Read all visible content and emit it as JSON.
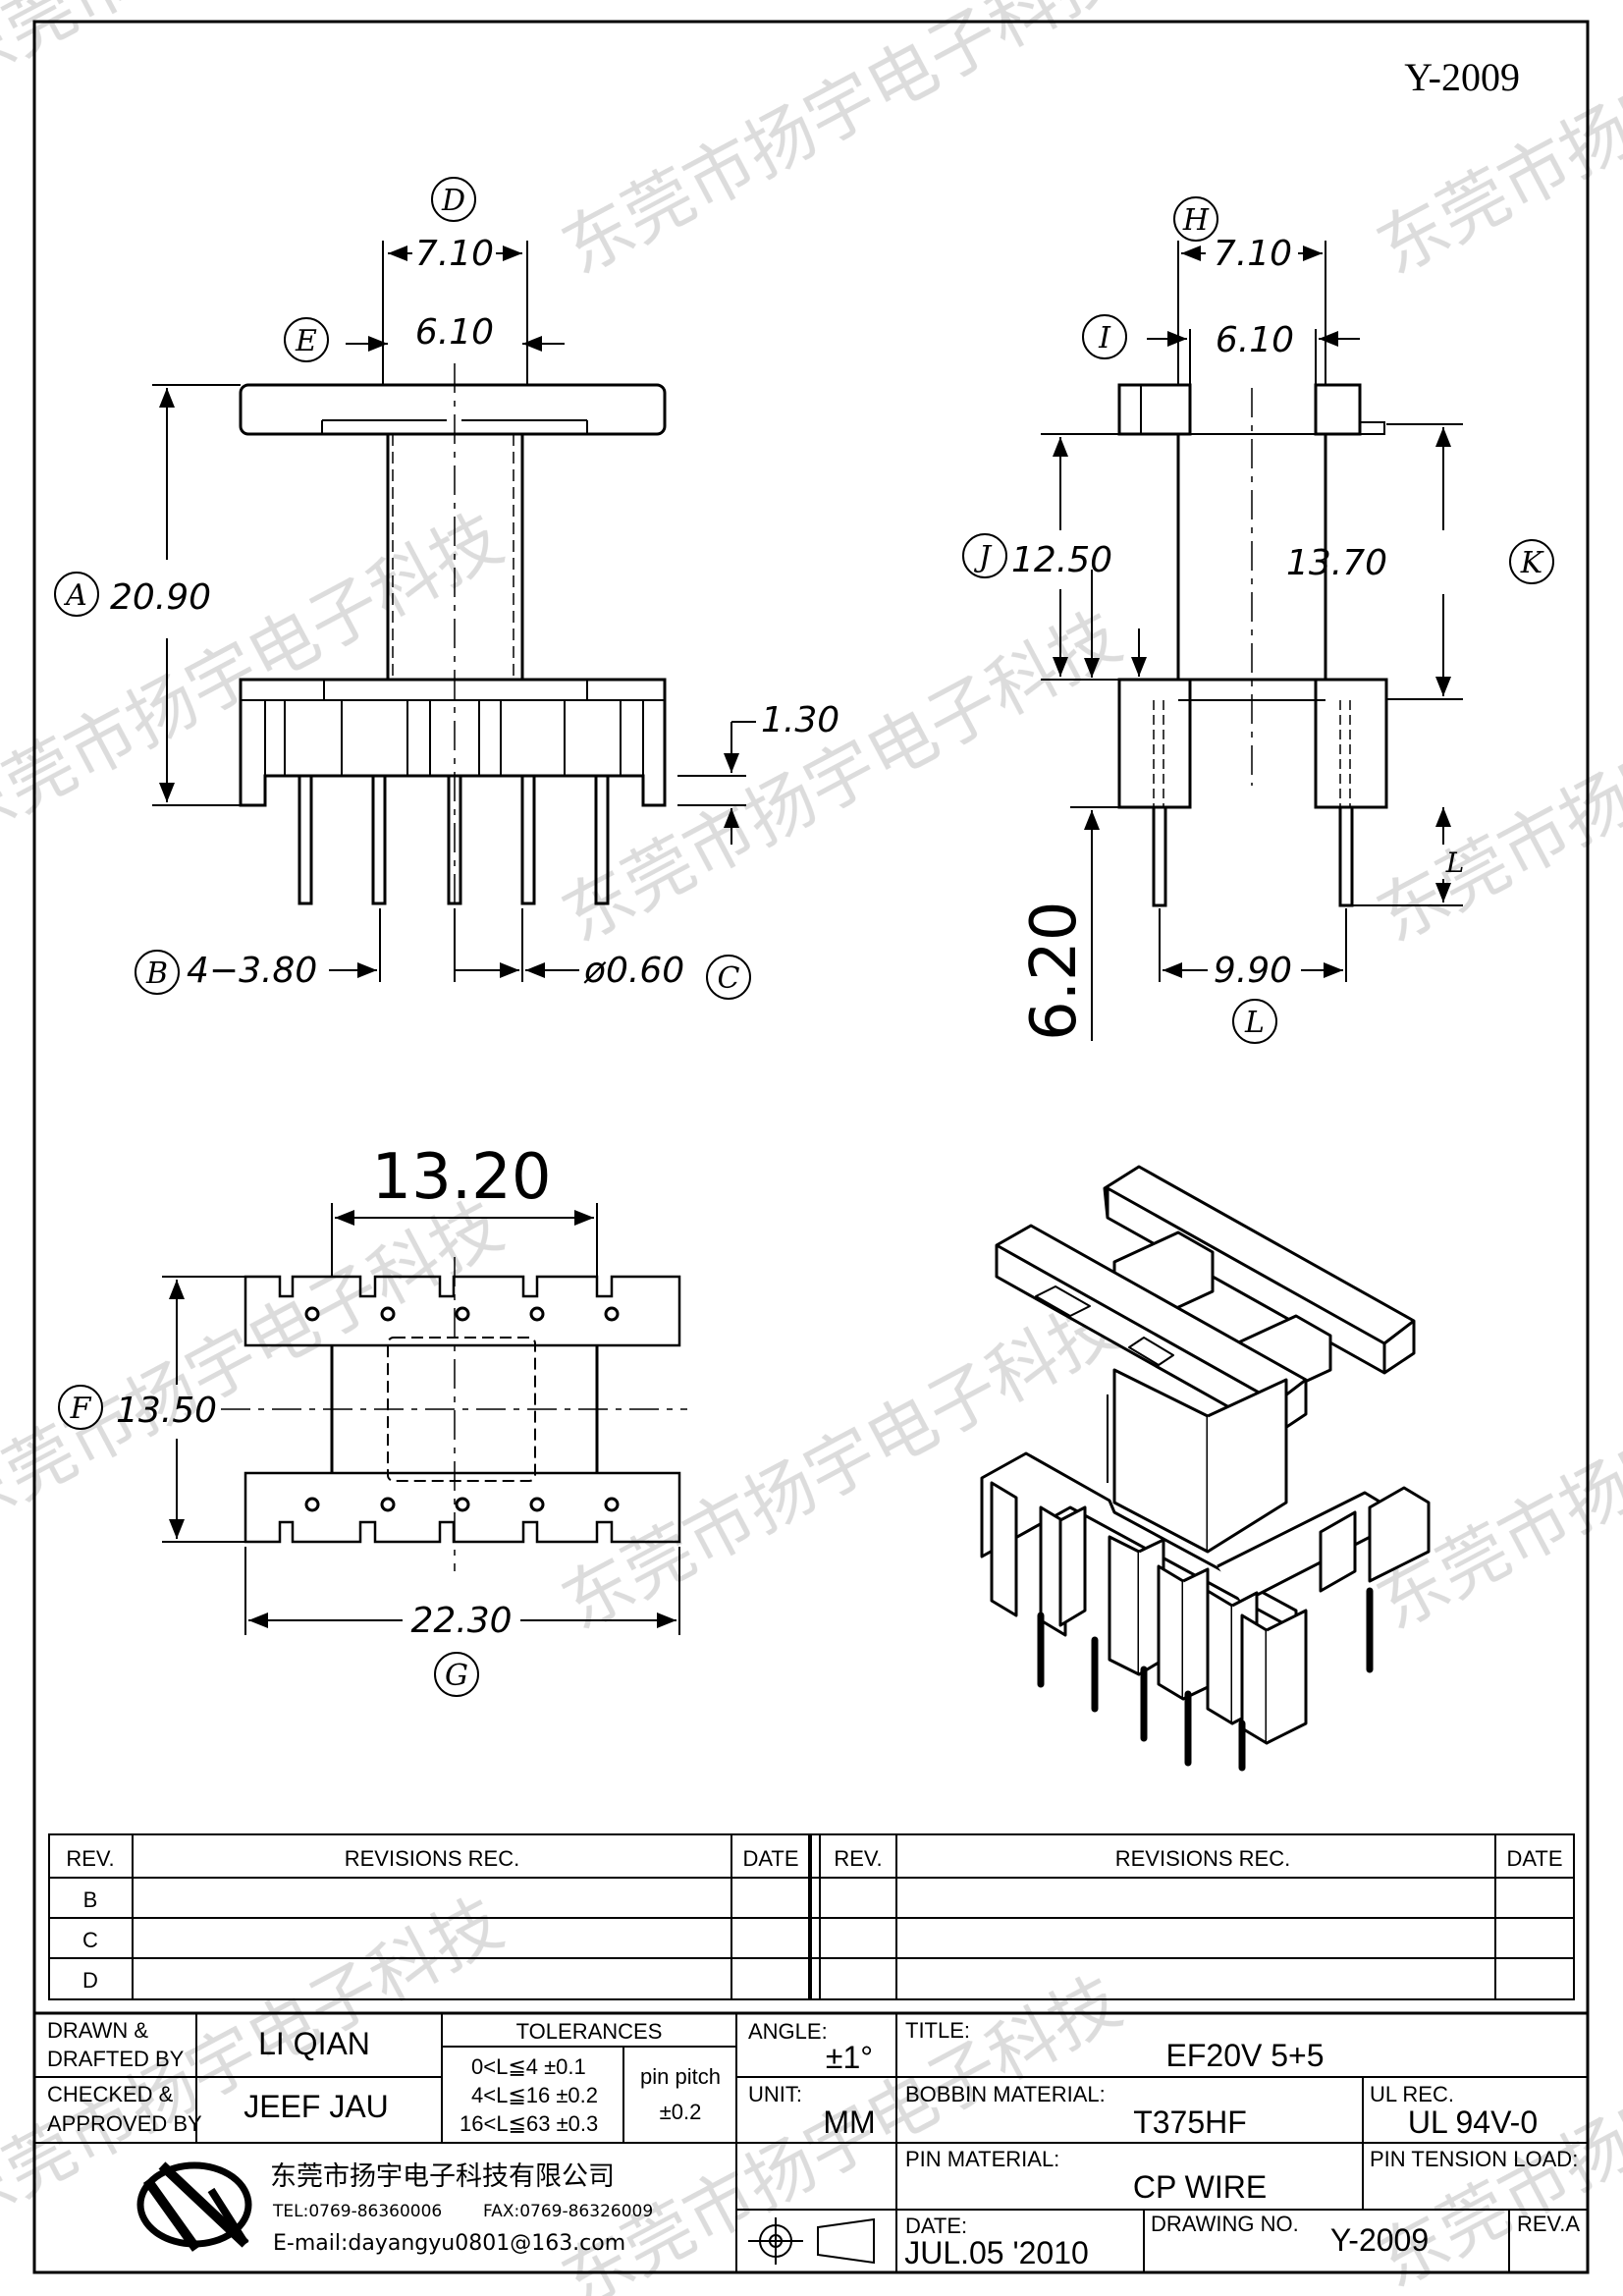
{
  "drawing_id": "Y-2009",
  "watermark": "东莞市扬宇电子科技",
  "dims": {
    "a": "20.90",
    "b": "4−3.80",
    "c": "ø0.60",
    "d_top": "7.10",
    "d_inner": "6.10",
    "h_top": "7.10",
    "i_inner": "6.10",
    "j": "12.50",
    "k": "13.70",
    "pin_len": "1.30",
    "l": "9.90",
    "vert": "6.20",
    "plan_top": "13.20",
    "f": "13.50",
    "g": "22.30"
  },
  "callouts": [
    "A",
    "B",
    "C",
    "D",
    "E",
    "F",
    "G",
    "H",
    "I",
    "J",
    "K",
    "L"
  ],
  "revisions": {
    "rev_header": "REV.",
    "rec_header": "REVISIONS    REC.",
    "date_header": "DATE",
    "rows": [
      "B",
      "C",
      "D"
    ]
  },
  "title_block": {
    "drawn_label_1": "DRAWN  &",
    "drawn_label_2": "DRAFTED  BY",
    "drawn_value": "LI QIAN",
    "checked_label_1": "CHECKED  &",
    "checked_label_2": "APPROVED  BY",
    "checked_value": "JEEF JAU",
    "tol_title": "TOLERANCES",
    "tol_rows": [
      "0<L≦4    ±0.1",
      "4<L≦16  ±0.2",
      "16<L≦63 ±0.3"
    ],
    "pin_pitch_label": "pin  pitch",
    "pin_pitch_value": "±0.2",
    "angle_label": "ANGLE:",
    "angle_value": "±1°",
    "unit_label": "UNIT:",
    "unit_value": "MM",
    "title_label": "TITLE:",
    "title_value": "EF20V  5+5",
    "bobbin_label": "BOBBIN  MATERIAL:",
    "bobbin_value": "T375HF",
    "ul_label": "UL  REC.",
    "ul_value": "UL  94V-0",
    "pin_material_label": "PIN  MATERIAL:",
    "pin_material_value": "CP  WIRE",
    "pin_tension_label": "PIN  TENSION  LOAD:",
    "date_label": "DATE:",
    "date_value": "JUL.05  '2010",
    "drawing_no_label": "DRAWING  NO.",
    "drawing_no_value": "Y-2009",
    "rev_label": "REV.A",
    "company_name": "东莞市扬宇电子科技有限公司",
    "tel": "TEL:0769-86360006",
    "fax": "FAX:0769-86326009",
    "email": "E-mail:dayangyu0801@163.com"
  }
}
